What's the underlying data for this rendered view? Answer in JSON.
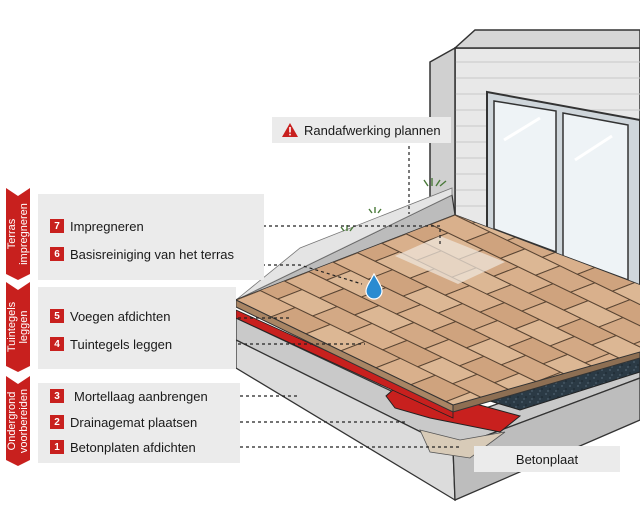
{
  "groups": [
    {
      "label": "Terras impregneren",
      "label_lines": [
        "Terras",
        "impregneren"
      ]
    },
    {
      "label": "Tuintegels leggen",
      "label_lines": [
        "Tuintegels",
        "leggen"
      ]
    },
    {
      "label": "Ondergrond voorbereiden",
      "label_lines": [
        "Ondergrond",
        "voorbereiden"
      ]
    }
  ],
  "steps": [
    {
      "num": "7",
      "label": "Impregneren"
    },
    {
      "num": "6",
      "label": "Basisreiniging van het terras"
    },
    {
      "num": "5",
      "label": "Voegen afdichten"
    },
    {
      "num": "4",
      "label": "Tuintegels leggen"
    },
    {
      "num": "3",
      "label": "Mortellaag aanbrengen"
    },
    {
      "num": "2",
      "label": "Drainagemat plaatsen"
    },
    {
      "num": "1",
      "label": "Betonplaten afdichten"
    }
  ],
  "callouts": {
    "edge_finishing": "Randafwerking plannen",
    "concrete_slab": "Betonplaat"
  },
  "icons": {
    "warning": "warning-triangle-icon",
    "water_drop": "water-drop-icon",
    "grass": "grass-tuft-icon"
  },
  "colors": {
    "accent_red": "#c8201e",
    "panel_grey": "#ebebeb",
    "tile": "#d9b08c",
    "mortar": "#2b3a45",
    "drainage_mat": "#c8201e",
    "wall": "#e6e6e6",
    "glass": "#e8f0f5"
  }
}
